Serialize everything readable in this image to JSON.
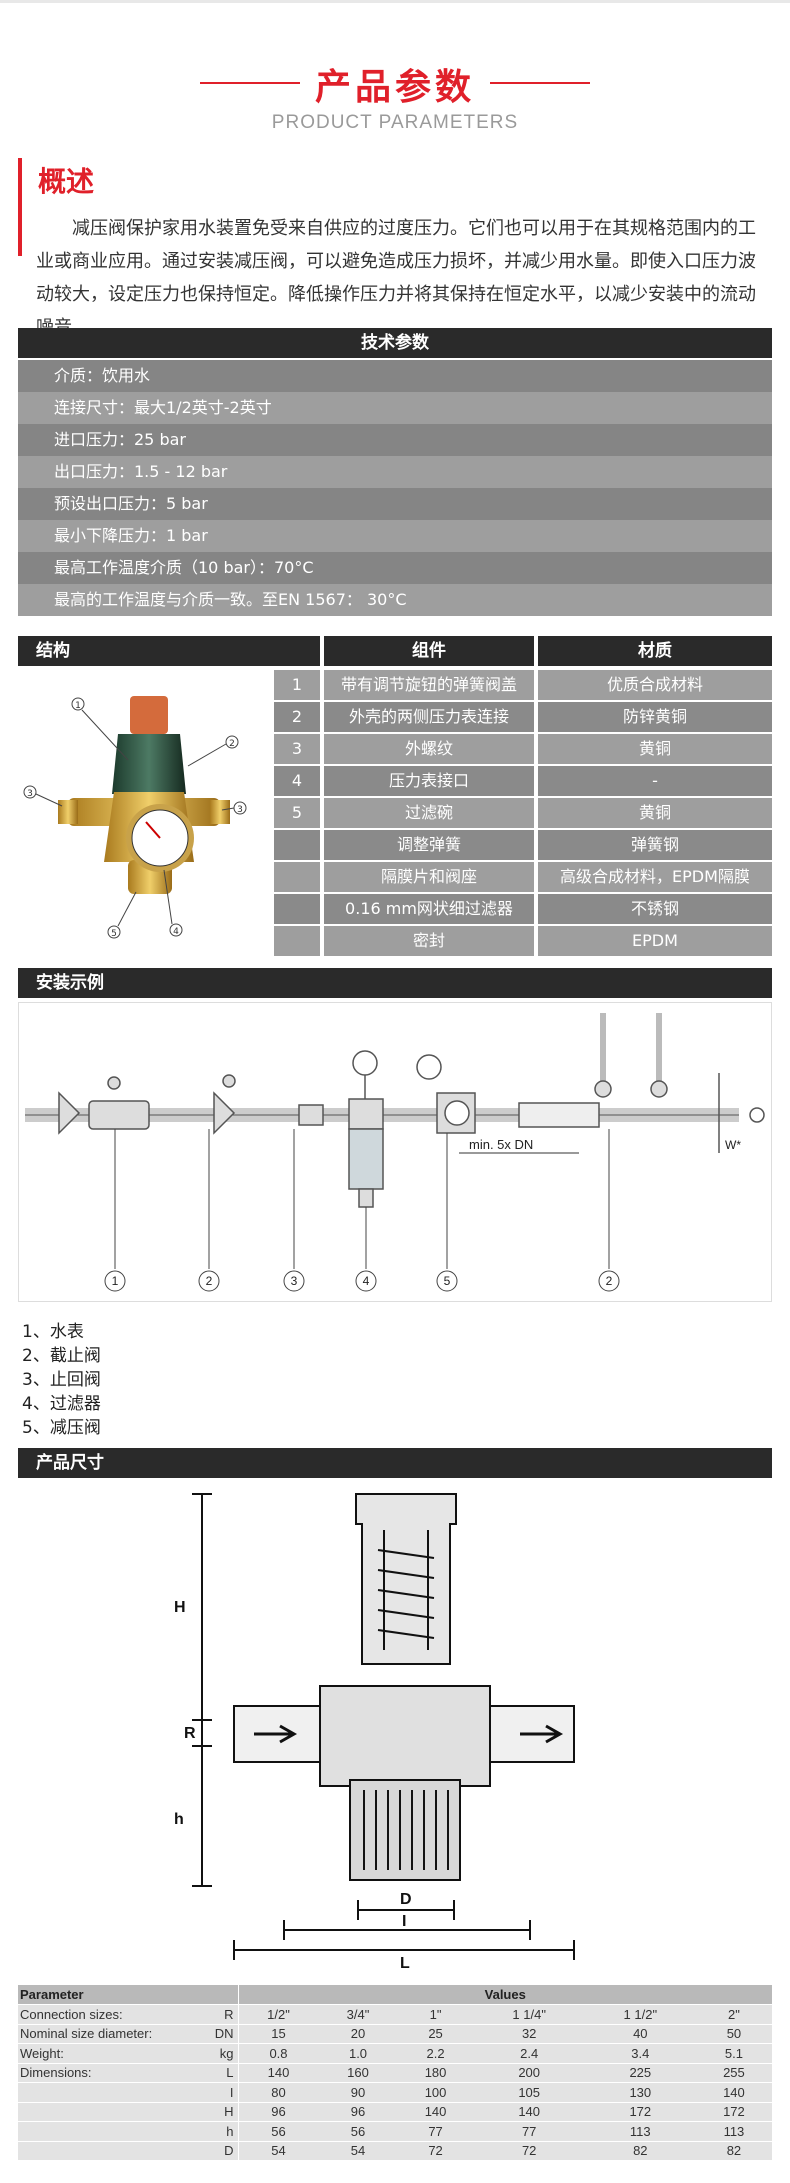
{
  "header": {
    "title_cn": "产品参数",
    "title_en": "PRODUCT PARAMETERS"
  },
  "overview": {
    "title": "概述",
    "text": "减压阀保护家用水装置免受来自供应的过度压力。它们也可以用于在其规格范围内的工业或商业应用。通过安装减压阀，可以避免造成压力损坏，并减少用水量。即使入口压力波动较大，设定压力也保持恒定。降低操作压力并将其保持在恒定水平，以减少安装中的流动噪音。"
  },
  "spec": {
    "title": "技术参数",
    "rows": [
      "介质：饮用水",
      "连接尺寸：最大1/2英寸-2英寸",
      "进口压力：25 bar",
      "出口压力：1.5 - 12 bar",
      "预设出口压力：5 bar",
      "最小下降压力：1 bar",
      "最高工作温度介质（10 bar）：70°C",
      "最高的工作温度与介质一致。至EN 1567： 30°C"
    ]
  },
  "structure": {
    "headers": [
      "结构",
      "组件",
      "材质"
    ],
    "rows": [
      {
        "no": "1",
        "part": "带有调节旋钮的弹簧阀盖",
        "material": "优质合成材料"
      },
      {
        "no": "2",
        "part": "外壳的两侧压力表连接",
        "material": "防锌黄铜"
      },
      {
        "no": "3",
        "part": "外螺纹",
        "material": "黄铜"
      },
      {
        "no": "4",
        "part": "压力表接口",
        "material": "-"
      },
      {
        "no": "5",
        "part": "过滤碗",
        "material": "黄铜"
      },
      {
        "no": "",
        "part": "调整弹簧",
        "material": "弹簧钢"
      },
      {
        "no": "",
        "part": "隔膜片和阀座",
        "material": "高级合成材料，EPDM隔膜"
      },
      {
        "no": "",
        "part": "0.16 mm网状细过滤器",
        "material": "不锈钢"
      },
      {
        "no": "",
        "part": "密封",
        "material": "EPDM"
      }
    ],
    "callouts": [
      "1",
      "2",
      "3",
      "3",
      "4",
      "5"
    ]
  },
  "install": {
    "title": "安装示例",
    "distance_label": "min. 5x DN",
    "w_label": "W*",
    "markers": [
      "1",
      "2",
      "3",
      "4",
      "5",
      "2"
    ],
    "legend": [
      "1、水表",
      "2、截止阀",
      "3、止回阀",
      "4、过滤器",
      "5、减压阀"
    ]
  },
  "dimensions": {
    "title": "产品尺寸",
    "labels": {
      "H": "H",
      "R": "R",
      "h": "h",
      "D": "D",
      "I": "I",
      "L": "L"
    }
  },
  "params": {
    "header": [
      "Parameter",
      "Values"
    ],
    "rows": [
      {
        "name": "Connection sizes:",
        "unit": "R",
        "values": [
          "1/2\"",
          "3/4\"",
          "1\"",
          "1 1/4\"",
          "1 1/2\"",
          "2\""
        ]
      },
      {
        "name": "Nominal size diameter:",
        "unit": "DN",
        "values": [
          "15",
          "20",
          "25",
          "32",
          "40",
          "50"
        ]
      },
      {
        "name": "Weight:",
        "unit": "kg",
        "values": [
          "0.8",
          "1.0",
          "2.2",
          "2.4",
          "3.4",
          "5.1"
        ]
      },
      {
        "name": "Dimensions:",
        "unit": "L",
        "values": [
          "140",
          "160",
          "180",
          "200",
          "225",
          "255"
        ]
      },
      {
        "name": "",
        "unit": "I",
        "values": [
          "80",
          "90",
          "100",
          "105",
          "130",
          "140"
        ]
      },
      {
        "name": "",
        "unit": "H",
        "values": [
          "96",
          "96",
          "140",
          "140",
          "172",
          "172"
        ]
      },
      {
        "name": "",
        "unit": "h",
        "values": [
          "56",
          "56",
          "77",
          "77",
          "113",
          "113"
        ]
      },
      {
        "name": "",
        "unit": "D",
        "values": [
          "54",
          "54",
          "72",
          "72",
          "82",
          "82"
        ]
      }
    ]
  }
}
